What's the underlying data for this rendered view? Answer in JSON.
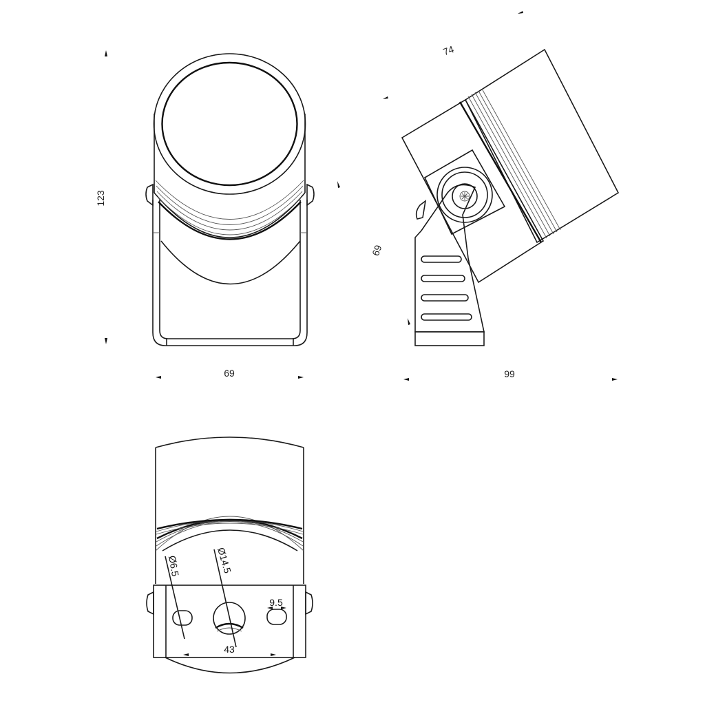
{
  "drawing": {
    "subject": "Adjustable cylindrical spotlight with mounting bracket",
    "views": [
      {
        "name": "front-view",
        "dimensions": {
          "height": "123",
          "width": "69"
        }
      },
      {
        "name": "side-view",
        "dimensions": {
          "body_length": "74",
          "height": "69",
          "overall_width": "99"
        }
      },
      {
        "name": "bottom-view",
        "dimensions": {
          "slot_diameter": "Ø6.5",
          "cable_hole_diameter": "Ø14.5",
          "slot_width": "9.5",
          "mounting_spacing": "43"
        }
      }
    ],
    "colors": {
      "line": "#1a1a1a",
      "background": "#ffffff"
    }
  }
}
